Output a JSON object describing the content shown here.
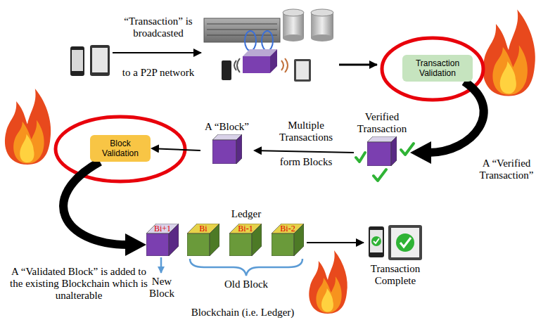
{
  "diagram": {
    "nodes": [
      {
        "text": [
          "Transaction Validation"
        ]
      },
      {
        "text": [
          "Verified Transaction"
        ]
      },
      {
        "text": [
          "A “Block”"
        ]
      },
      {
        "text": [
          "Block Validation"
        ]
      },
      {
        "text": [
          "Bi+1"
        ]
      },
      {
        "text": [
          "Bi"
        ]
      },
      {
        "text": [
          "Bi-1"
        ]
      },
      {
        "text": [
          "Bi-2"
        ]
      }
    ],
    "edges": [
      {
        "from": 0,
        "to": 1,
        "arrow": "to"
      },
      {
        "from": 1,
        "to": 2,
        "arrow": "to"
      },
      {
        "from": 2,
        "to": 3,
        "arrow": "to"
      },
      {
        "from": 3,
        "to": 4,
        "arrow": "to"
      }
    ],
    "labels": [
      "“Transaction” is broadcasted",
      "to a P2P network",
      "A “Verified Transaction”",
      "Multiple Transactions",
      "form Blocks",
      "Ledger",
      "New Block",
      "Old Block",
      "Blockchain (i.e. Ledger)",
      "A “Validated Block” is added to the existing Blockchain which is unalterable",
      "Transaction Complete"
    ]
  }
}
